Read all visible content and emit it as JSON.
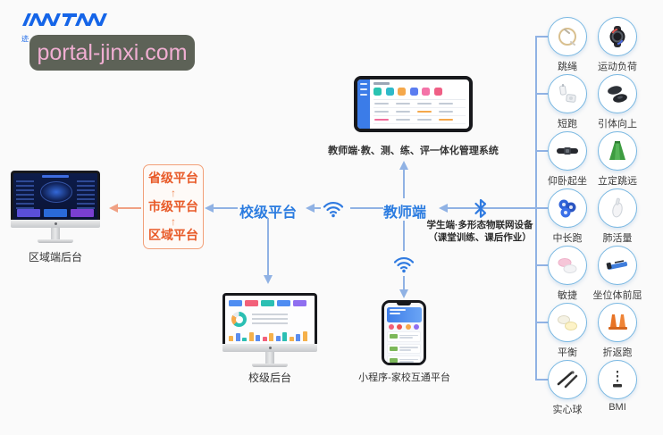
{
  "watermark": {
    "text": "portal-jinxi.com",
    "bg": "#5d6257",
    "text_color": "#f0aed2"
  },
  "logo": {
    "subtitle": "迹动未来",
    "color": "#1565e8"
  },
  "platform_chain": {
    "items": [
      {
        "label": "省级平台"
      },
      {
        "label": "市级平台"
      },
      {
        "label": "区域平台"
      }
    ]
  },
  "flow": {
    "school_platform": "校级平台",
    "teacher_node": "教师端",
    "student_line1": "学生端·多形态物联网设备",
    "student_line2": "（课堂训练、课后作业）"
  },
  "devices": {
    "region_backend_label": "区域端后台",
    "teacher_system_label": "教师端·教、测、练、评一体化管理系统",
    "school_backend_label": "校级后台",
    "miniprogram_label": "小程序-家校互通平台"
  },
  "equipment": {
    "items": [
      {
        "label": "跳绳"
      },
      {
        "label": "运动负荷"
      },
      {
        "label": "短跑"
      },
      {
        "label": "引体向上"
      },
      {
        "label": "仰卧起坐"
      },
      {
        "label": "立定跳远"
      },
      {
        "label": "中长跑"
      },
      {
        "label": "肺活量"
      },
      {
        "label": "敏捷"
      },
      {
        "label": "坐位体前屈"
      },
      {
        "label": "平衡"
      },
      {
        "label": "折返跑"
      },
      {
        "label": "实心球"
      },
      {
        "label": "BMI"
      }
    ]
  },
  "colors": {
    "accent_blue": "#2b7ce0",
    "accent_orange": "#e85a28",
    "line_blue": "#90b2e4",
    "line_orange": "#f0a184",
    "circle_border": "#79b8e2"
  }
}
